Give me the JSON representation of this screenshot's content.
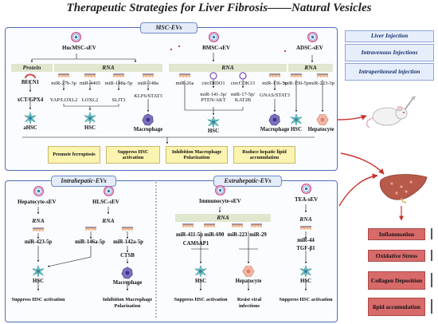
{
  "title": "Therapeutic Strategies for Liver Fibrosis——Natural Vesicles",
  "mscPanel": {
    "tag": "MSC-EVs",
    "huc": {
      "name": "HucMSC-sEV",
      "proteinLabel": "Protein",
      "rnaLabel": "RNA",
      "protein": "BECN1",
      "proteinTarget": "xCT/GPX4",
      "proteinCell": "aHSC",
      "mirs": [
        {
          "mir": "miR-27b-3p",
          "target": "YAP/LOXL2"
        },
        {
          "mir": "miR-4465",
          "target": "LOXL2"
        },
        {
          "mir": "miR-148a-5p",
          "target": "SLIT3"
        },
        {
          "mir": "miR-148a",
          "target": "KLF6/STAT3"
        }
      ],
      "hscCell": "HSC",
      "macrophageCell": "Macrophage"
    },
    "bm": {
      "name": "BMSC-sEV",
      "rnaLabel": "RNA",
      "mirs": [
        {
          "mir": "miR-26a",
          "target": ""
        },
        {
          "mir": "circDIDO1",
          "target": "miR-141-3p/ PTEN/AKT"
        },
        {
          "mir": "circCDK13",
          "target": "miR-17-5p/ KAT2B"
        },
        {
          "mir": "miR-136-5p",
          "target": "GNAS/STAT3"
        }
      ],
      "hscCell": "HSC",
      "macrophageCell": "Macrophage"
    },
    "adsc": {
      "name": "ADSC-sEV",
      "rnaLabel": "RNA",
      "mirs": [
        {
          "mir": "miR-150-5p",
          "cell": "HSC"
        },
        {
          "mir": "miR-223-3p",
          "cell": "Hepatocyte"
        }
      ]
    },
    "outcomes": [
      "Promote ferroptosis",
      "Suppress HSC activation",
      "Inhibition Macrophage Polarization",
      "Ruduce hepatic lipid accumulation"
    ]
  },
  "intraPanel": {
    "tag": "Intrahepatic-EVs",
    "hepatocyte": {
      "name": "Hepatocyte-sEV",
      "rnaLabel": "RNA",
      "mir": "miR-423-5p",
      "cell": "HSC",
      "outcome": "Suppress HSC activation"
    },
    "hlsc": {
      "name": "HLSC-sEV",
      "rnaLabel": "RNA",
      "mir1": "miR-146a-5p",
      "mir2": "miR-142a-5p",
      "target": "CTSB",
      "cell": "Macrophage",
      "outcome": "Inhibition Macrophage Polarization"
    }
  },
  "extraPanel": {
    "tag": "Extrahepatic-EVs",
    "immuno": {
      "name": "Immunocyte-sEV",
      "rnaLabel": "RNA",
      "mirA": "miR-411-5p",
      "mirB": "miR-690",
      "targetA": "CAMSAP1",
      "mirC": "miR-223",
      "mirD": "miR-29",
      "cellA": "HSC",
      "cellB": "Hepatocyte",
      "outcomeA": "Suppress HSC activation",
      "outcomeB": "Resist viral infections"
    },
    "tea": {
      "name": "TEA-sEV",
      "rnaLabel": "RNA",
      "mir": "miR-44",
      "target": "TGF-β1",
      "cell": "HSC",
      "outcome": "Suppress HSC activation"
    }
  },
  "routes": [
    "Liver Injection",
    "Intravenous Injections",
    "Intraperitoneal injection"
  ],
  "effects": [
    "Inflammation",
    "Oxidative Stress",
    "Collagen Deposition",
    "lipid accumulation"
  ],
  "colors": {
    "panelBorder": "#4f6fb3",
    "outcomeFill": "#fbf3b0",
    "effectFill": "#d96a6a",
    "arrowRed": "#c8312c",
    "hsc": "#74c8c8",
    "macrophage": "#7a6fc0",
    "hepatocyte": "#f0b0a0"
  }
}
